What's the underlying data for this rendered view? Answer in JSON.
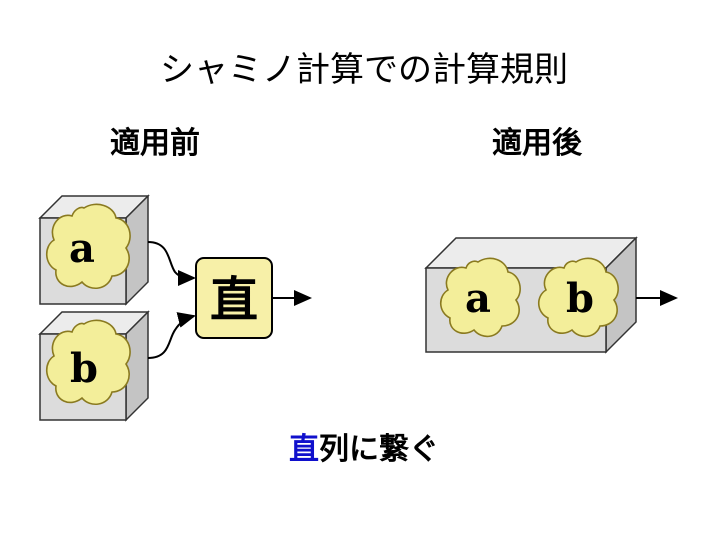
{
  "title": "シャミノ計算での計算規則",
  "before_label": "適用前",
  "after_label": "適用後",
  "box_a": "a",
  "box_b": "b",
  "operator": "直",
  "caption": {
    "op": "直",
    "rest": "列に繋ぐ"
  },
  "colors": {
    "blob_fill": "#f3ee9a",
    "blob_stroke": "#8a7a20",
    "cube_front": "#dcdcdc",
    "cube_top": "#ececec",
    "cube_side": "#c4c4c4",
    "operator_fill": "#f7f0a8",
    "caption_accent": "#1010cc"
  }
}
